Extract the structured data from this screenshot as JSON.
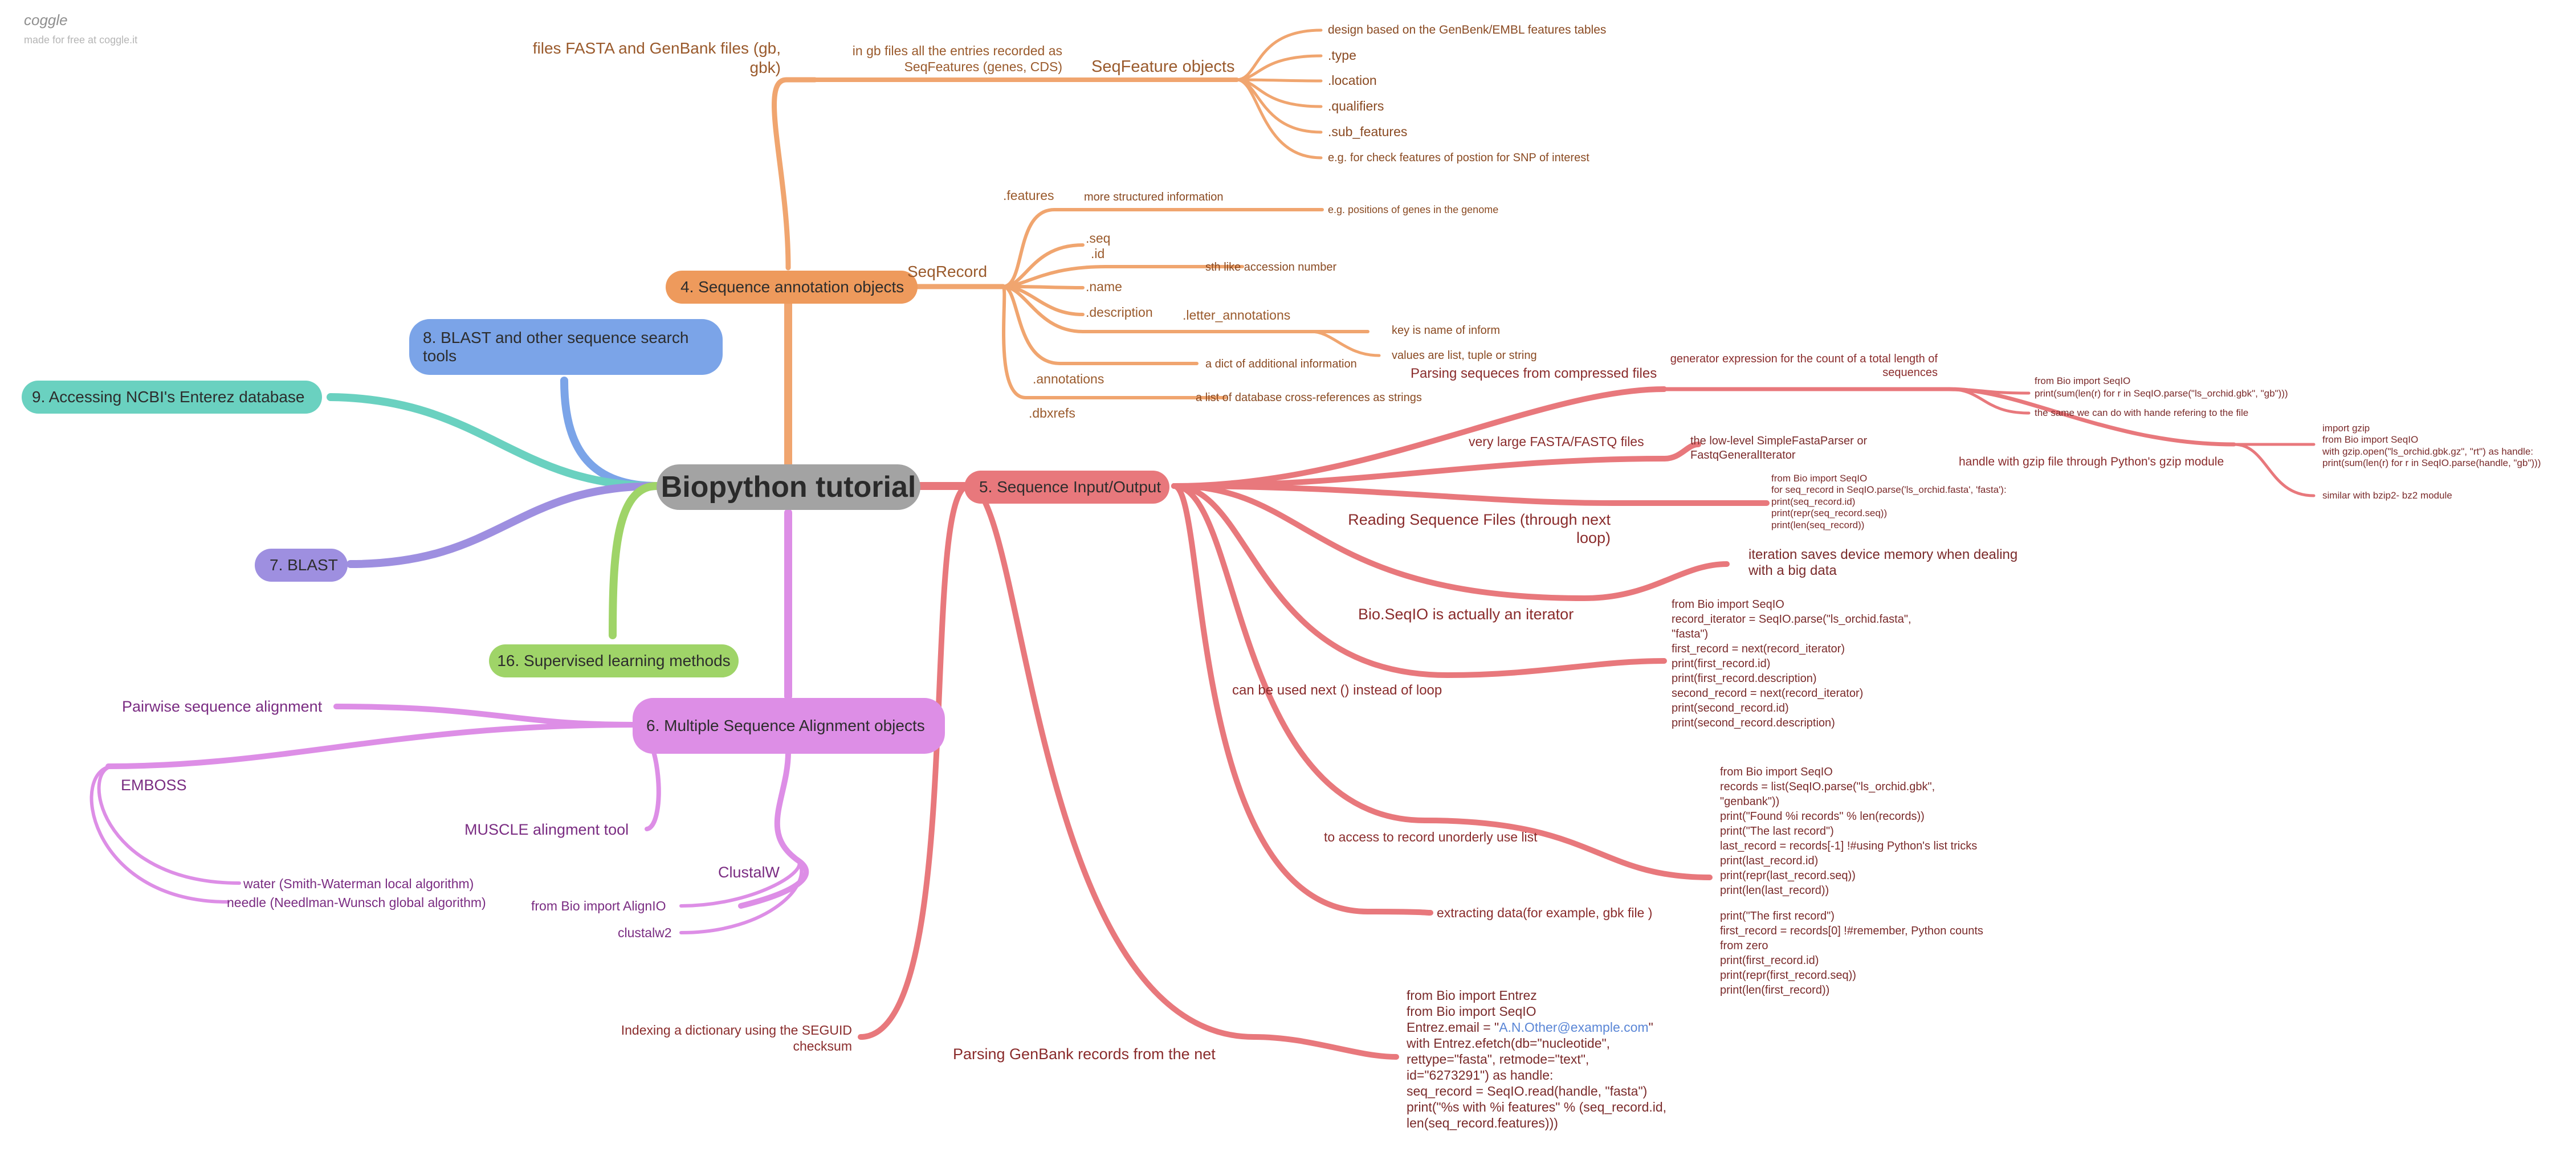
{
  "brand": {
    "name": "coggle",
    "tagline": "made for free at coggle.it"
  },
  "root": {
    "label": "Biopython tutorial"
  },
  "branches": {
    "b4": {
      "label": "4.  Sequence annotation objects"
    },
    "b5": {
      "label": "5.  Sequence Input/Output"
    },
    "b6": {
      "label": "6.  Multiple Sequence Alignment objects"
    },
    "b7": {
      "label": "7.  BLAST"
    },
    "b8": {
      "label": "8.  BLAST and other sequence search tools"
    },
    "b9": {
      "label": "9.  Accessing NCBI's Enterez database"
    },
    "b16": {
      "label": "16.  Supervised learning methods"
    }
  },
  "annotation": {
    "files": "files FASTA and GenBank files (gb, gbk)",
    "gb_entries": "in gb files all the entries recorded as SeqFeatures (genes, CDS)",
    "seqfeature": "SeqFeature objects",
    "sf_items": [
      "design based on the GenBenk/EMBL features tables",
      ".type",
      ".location",
      ".qualifiers",
      ".sub_features",
      "e.g. for check features of postion for SNP of interest"
    ],
    "seqrecord": "SeqRecord",
    "features": ".features",
    "more_structured": "more structured information",
    "positions": "e.g. positions of genes in the genome",
    "seq": ".seq",
    "id": ".id",
    "accession": "sth like accession number",
    "name": ".name",
    "description": ".description",
    "letter_annotations": ".letter_annotations",
    "key_inform": "key is name of inform",
    "values_list": "values are list, tuple or string",
    "annotations": ".annotations",
    "dict_info": "a dict of additional information",
    "dbxrefs": ".dbxrefs",
    "xrefs": "a list of database cross-references as strings"
  },
  "io": {
    "compressed": "Parsing sequeces from compressed files",
    "genexpr": "generator expression for the count of a total length of sequences",
    "genexpr_code": "from Bio import SeqIO\nprint(sum(len(r) for r in SeqIO.parse(\"ls_orchid.gbk\", \"gb\")))",
    "handle_ref": "the same we can do with hande refering to the file",
    "gzip_handle": "handle with gzip file through Python's gzip module",
    "gzip_code": "import gzip\nfrom Bio import SeqIO\nwith gzip.open(\"ls_orchid.gbk.gz\", \"rt\") as handle:\nprint(sum(len(r) for r in SeqIO.parse(handle, \"gb\")))",
    "bzip": "similar with bzip2- bz2 module",
    "large": "very large FASTA/FASTQ files",
    "lowlevel": "the low-level SimpleFastaParser or\nFastqGeneralIterator",
    "reading": "Reading Sequence Files (through next loop)",
    "reading_code": "from Bio import SeqIO\nfor seq_record in SeqIO.parse('ls_orchid.fasta', 'fasta'):\nprint(seq_record.id)\nprint(repr(seq_record.seq))\nprint(len(seq_record))",
    "iterator": "Bio.SeqIO is actually an iterator",
    "iter_memory": "iteration saves device memory when dealing\nwith a big data",
    "next_instead": "can be used next () instead of loop",
    "next_code": "from Bio import SeqIO\nrecord_iterator = SeqIO.parse(\"ls_orchid.fasta\",\n\"fasta\")\nfirst_record = next(record_iterator)\nprint(first_record.id)\nprint(first_record.description)\nsecond_record = next(record_iterator)\nprint(second_record.id)\nprint(second_record.description)",
    "unordered": "to access to record unorderly use list",
    "list_code": "from Bio import SeqIO\nrecords = list(SeqIO.parse(\"ls_orchid.gbk\",\n\"genbank\"))\nprint(\"Found %i records\" % len(records))\nprint(\"The last record\")\nlast_record = records[-1] !#using Python's list tricks\nprint(last_record.id)\nprint(repr(last_record.seq))\nprint(len(last_record))",
    "extracting": "extracting data(for example, gbk file )",
    "first_code": "print(\"The first record\")\nfirst_record = records[0] !#remember, Python counts\nfrom zero\nprint(first_record.id)\nprint(repr(first_record.seq))\nprint(len(first_record))",
    "genbank_net": "Parsing GenBank records from the net",
    "entrez_code_a": "from Bio import Entrez\nfrom Bio import SeqIO\nEntrez.email = \"",
    "entrez_email": "A.N.Other@example.com",
    "entrez_code_b": "\"\nwith Entrez.efetch(db=\"nucleotide\",\nrettype=\"fasta\", retmode=\"text\",\nid=\"6273291\") as handle:\nseq_record = SeqIO.read(handle, \"fasta\")\nprint(\"%s with %i features\" % (seq_record.id,\nlen(seq_record.features)))",
    "seguid": "Indexing a dictionary using the SEGUID checksum"
  },
  "msa": {
    "pairwise": "Pairwise sequence alignment",
    "emboss": "EMBOSS",
    "water": "water (Smith-Waterman local algorithm)",
    "needle": "needle (Needlman-Wunsch global algorithm)",
    "muscle": "MUSCLE alingment tool",
    "clustalw": "ClustalW",
    "alignio": "from Bio import AlignIO",
    "clustalw2": "clustalw2"
  },
  "colors": {
    "orange": "#ee9a5c",
    "red": "#e8787c",
    "purple": "#dd8ee6",
    "blue": "#7ba4e8",
    "teal": "#6ad1c0",
    "violet": "#9e8fe0",
    "green": "#9fd468"
  }
}
